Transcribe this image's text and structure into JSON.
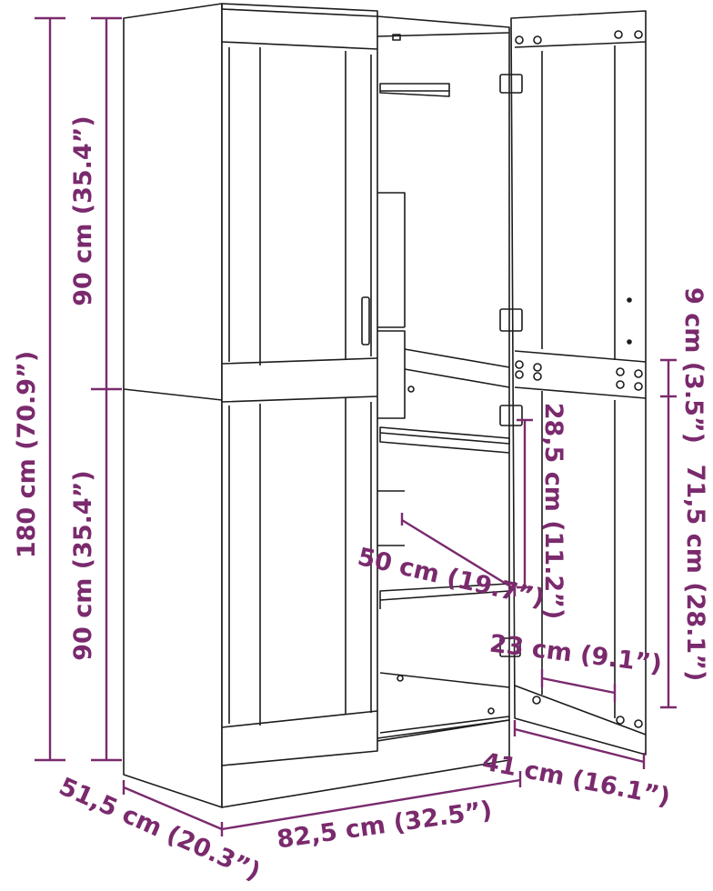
{
  "colors": {
    "dimension": "#7a2a6d",
    "outline": "#1c1c1c",
    "background": "#ffffff"
  },
  "labels": {
    "total_height": "180 cm (70.9”)",
    "upper_height": "90 cm (35.4”)",
    "lower_height": "90 cm (35.4”)",
    "width": "82,5 cm (32.5”)",
    "depth": "51,5 cm (20.3”)",
    "door_width": "41 cm (16.1”)",
    "top_panel": "9 cm (3.5”)",
    "lower_door": "71,5 cm (28.1”)",
    "shelf_spacing": "28,5 cm (11.2”)",
    "shelf_depth": "50 cm (19.7”)",
    "inner_width": "23 cm (9.1”)"
  }
}
